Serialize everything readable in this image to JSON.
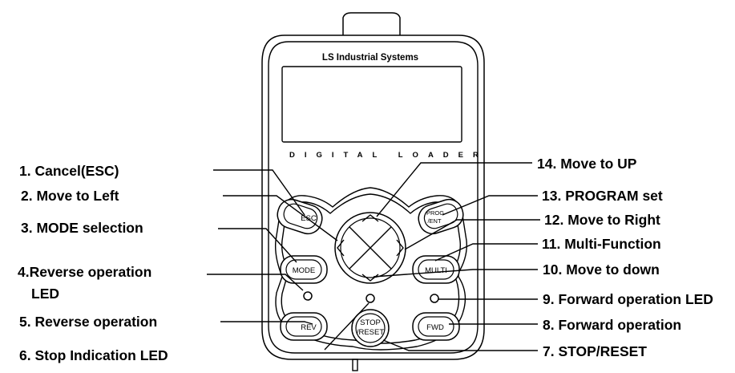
{
  "device": {
    "brand": "LS Industrial Systems",
    "subtitle": "DIGITAL LOADER"
  },
  "keys": {
    "esc": "ESC",
    "prog_line1": "PROG",
    "prog_line2": "/ENT",
    "mode": "MODE",
    "multi": "MULTI",
    "rev": "REV",
    "stop_line1": "STOP",
    "stop_line2": "/RESET",
    "fwd": "FWD"
  },
  "callouts_left": [
    "1. Cancel(ESC)",
    "2. Move to Left",
    "3. MODE selection",
    "4.Reverse operation",
    "LED",
    "5. Reverse operation",
    "6. Stop Indication LED"
  ],
  "callouts_right": [
    "14. Move to UP",
    "13. PROGRAM set",
    "12. Move to Right",
    "11. Multi-Function",
    "10. Move to down",
    "9. Forward operation LED",
    "8. Forward operation",
    "7. STOP/RESET"
  ]
}
